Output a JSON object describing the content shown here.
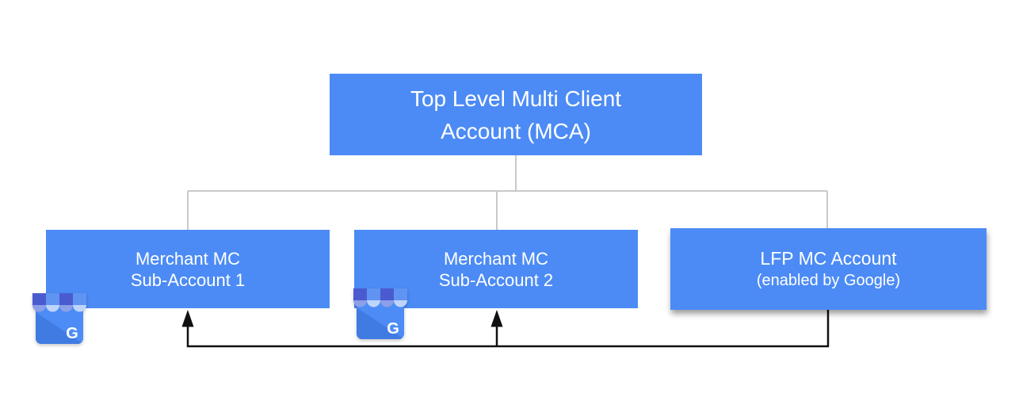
{
  "diagram": {
    "nodes": {
      "mca": {
        "line1": "Top Level Multi Client",
        "line2": "Account (MCA)"
      },
      "sub1": {
        "line1": "Merchant MC",
        "line2": "Sub-Account 1"
      },
      "sub2": {
        "line1": "Merchant MC",
        "line2": "Sub-Account 2"
      },
      "lfp": {
        "line1": "LFP MC Account",
        "line2": "(enabled by Google)"
      }
    },
    "icons": {
      "sub1_icon": "google-business-storefront",
      "sub2_icon": "google-business-storefront",
      "g_letter": "G"
    },
    "edges": {
      "tree": [
        "mca→sub1",
        "mca→sub2",
        "mca→lfp"
      ],
      "feed_arrows": [
        "lfp→sub1",
        "lfp→sub2"
      ]
    },
    "colors": {
      "node_fill": "#4C8BF5",
      "node_text": "#FFFFFF",
      "lfp_shadow": "rgba(0,0,0,0.38)",
      "tree_connector": "#C9C9C9",
      "feed_connector": "#111111",
      "icon_body": "#4D8CF6",
      "icon_body_shade": "#3F7BE2",
      "icon_awning_dark": "#4A5BD0",
      "icon_awning_dark_scallop": "#8C9FE8",
      "icon_awning_light": "#6094F2",
      "icon_awning_light_scallop": "#BED5FB",
      "background": "#FFFFFF"
    }
  }
}
